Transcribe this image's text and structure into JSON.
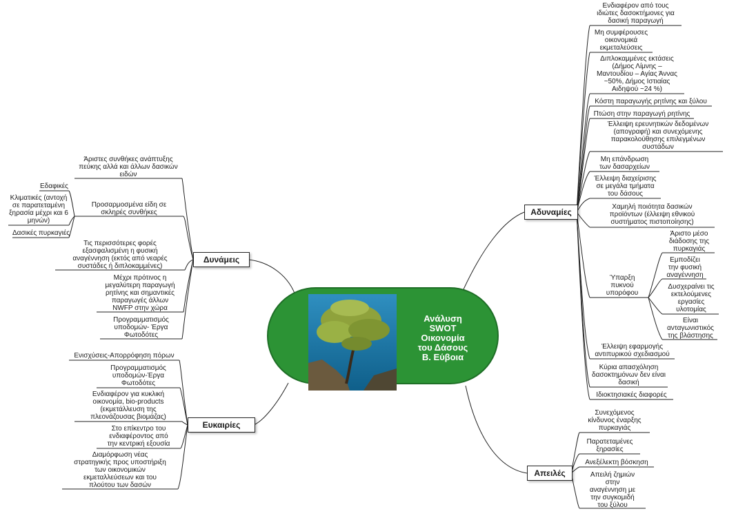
{
  "central": {
    "title_lines": [
      "Ανάλυση",
      "SWOT",
      "Οικονομία",
      "του Δάσους",
      "Β. Εύβοια"
    ],
    "image": "pine-tree-on-cliff-photo",
    "colors": {
      "fill": "#2c9335",
      "text": "#ffffff"
    }
  },
  "strengths": {
    "label": "Δυνάμεις",
    "items": [
      {
        "lines": [
          "Άριστες συνθήκες ανάπτυξης",
          "πεύκης αλλά και άλλων δασικών",
          "ειδών"
        ]
      },
      {
        "lines": [
          "Προσαρμοσμένα είδη σε",
          "σκληρές συνθήκες"
        ],
        "children": [
          {
            "lines": [
              "Εδαφικές"
            ]
          },
          {
            "lines": [
              "Κλιματικές (αντοχή",
              "σε παρατεταμένη",
              "ξηρασία μέχρι και 6",
              "μηνών)"
            ]
          },
          {
            "lines": [
              "Δασικές πυρκαγιές"
            ]
          }
        ]
      },
      {
        "lines": [
          "Τις περισσότερες φορές",
          "εξασφαλισμένη η φυσική",
          "αναγέννηση (εκτός από νεαρές",
          "συστάδες ή διπλοκαμμένες)"
        ]
      },
      {
        "lines": [
          "Μέχρι πρότινος η",
          "μεγαλύτερη παραγωγή",
          "ρητίνης και σημαντικές",
          "παραγωγές άλλων",
          "NWFP  στην χώρα"
        ]
      },
      {
        "lines": [
          "Προγραμματισμός",
          "υποδομών- Έργα",
          "Φωτοδότες"
        ]
      }
    ]
  },
  "opportunities": {
    "label": "Ευκαιρίες",
    "items": [
      {
        "lines": [
          "Ενισχύσεις-Απορρόφηση πόρων"
        ]
      },
      {
        "lines": [
          "Προγραμματισμός",
          "υποδομών-Έργα",
          "Φωτοδότες"
        ]
      },
      {
        "lines": [
          "Ενδιαφέρον για κυκλική",
          "οικονομία, bio-products",
          "(εκμετάλλευση της",
          "πλεονάζουσας βιομάζας)"
        ]
      },
      {
        "lines": [
          "Στο επίκεντρο του",
          "ενδιαφέροντος από",
          "την κεντρική εξουσία"
        ]
      },
      {
        "lines": [
          "Διαμόρφωση νέας",
          "στρατηγικής προς υποστήριξη",
          "των οικονομικών",
          "εκμεταλλεύσεων και του",
          "πλούτου των δασών"
        ]
      }
    ]
  },
  "weaknesses": {
    "label": "Αδυναμίες",
    "items": [
      {
        "lines": [
          "Ενδιαφέρον από τους",
          "ιδιώτες δασοκτήμονες για",
          "δασική παραγωγή"
        ]
      },
      {
        "lines": [
          "Μη συμφέρουσες",
          "οικονομικά",
          "εκμεταλεύσεις"
        ]
      },
      {
        "lines": [
          "Διπλοκαμμένες εκτάσεις",
          "(Δήμος Λίμνης –",
          "Μαντουδίου – Αγίας Άννας",
          "~50%, Δήμος Ιστιαίας",
          "Αιδηψού ~24 %)"
        ]
      },
      {
        "lines": [
          "Κόστη παραγωγής ρητίνης και ξύλου"
        ]
      },
      {
        "lines": [
          "Πτώση στην παραγωγή ρητίνης"
        ]
      },
      {
        "lines": [
          "Έλλειψη ερευνητικών δεδομένων",
          "(απογραφή) και συνεχόμενης",
          "παρακολούθησης επιλεγμένων",
          "συστάδων"
        ]
      },
      {
        "lines": [
          "Μη επάνδρωση",
          "των δασαρχείων"
        ]
      },
      {
        "lines": [
          "Έλλειψη διαχείρισης",
          "σε μεγάλα τμήματα",
          "του δάσους"
        ]
      },
      {
        "lines": [
          "Χαμηλή ποιότητα δασικών",
          "προϊόντων (έλλειψη εθνικού",
          "συστήματος πιστοποίησης)"
        ]
      },
      {
        "lines": [
          "Ύπαρξη",
          "πυκνού",
          "υπορόφου"
        ],
        "children": [
          {
            "lines": [
              "Άριστο μέσο",
              "διάδοσης της",
              "πυρκαγιάς"
            ]
          },
          {
            "lines": [
              "Εμποδίζει",
              "την φυσική",
              "αναγέννηση"
            ]
          },
          {
            "lines": [
              "Δυσχεραίνει τις",
              "εκτελούμενες",
              "εργασίες",
              "υλοτομίας"
            ]
          },
          {
            "lines": [
              "Είναι",
              "ανταγωνιστικός",
              "της βλάστησης"
            ]
          }
        ]
      },
      {
        "lines": [
          "Έλλειψη εφαρμογής",
          "αντιπυρικού σχεδιασμού"
        ]
      },
      {
        "lines": [
          "Κύρια απασχόληση",
          "δασοκτημόνων δεν είναι",
          "δασική"
        ]
      },
      {
        "lines": [
          "Ιδιοκτησιακές διαφορές"
        ]
      }
    ]
  },
  "threats": {
    "label": "Απειλές",
    "items": [
      {
        "lines": [
          "Συνεχόμενος",
          "κίνδυνος έναρξης",
          "πυρκαγιάς"
        ]
      },
      {
        "lines": [
          "Παρατεταμένες",
          "ξηρασίες"
        ]
      },
      {
        "lines": [
          "Ανεξέλεκτη βόσκηση"
        ]
      },
      {
        "lines": [
          "Απειλή ζημιών",
          "στην",
          "αναγέννηση με",
          "την συγκομιδή",
          "του ξύλου"
        ]
      }
    ]
  }
}
